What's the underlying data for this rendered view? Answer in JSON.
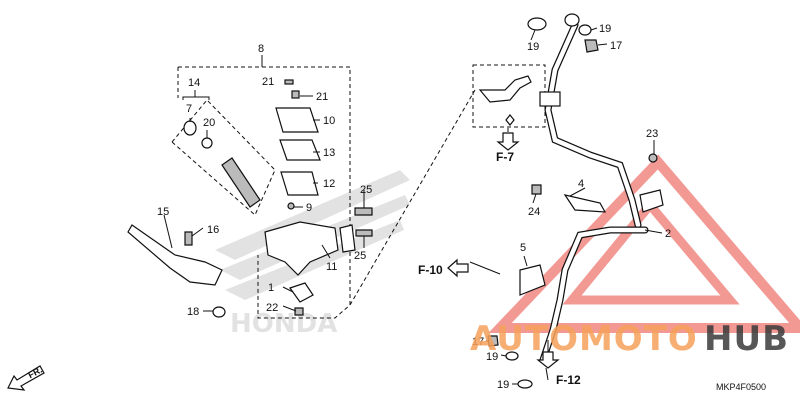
{
  "callouts": {
    "c1": "1",
    "c2": "2",
    "c4": "4",
    "c5": "5",
    "c7": "7",
    "c8": "8",
    "c9": "9",
    "c10": "10",
    "c11": "11",
    "c12": "12",
    "c13": "13",
    "c14": "14",
    "c15": "15",
    "c16": "16",
    "c17a": "17",
    "c17b": "17",
    "c18": "18",
    "c19a": "19",
    "c19b": "19",
    "c19c": "19",
    "c19d": "19",
    "c20": "20",
    "c21a": "21",
    "c21b": "21",
    "c22": "22",
    "c23": "23",
    "c24": "24",
    "c25a": "25",
    "c25b": "25"
  },
  "refs": {
    "f7": "F-7",
    "f10": "F-10",
    "f12": "F-12",
    "fr": "FR."
  },
  "diagram_code": "MKP4F0500",
  "watermark": {
    "brand_left": "AUTOMOTO",
    "brand_right": "HUB",
    "accent_color": "#e8463c"
  },
  "background_logo": "HONDA"
}
